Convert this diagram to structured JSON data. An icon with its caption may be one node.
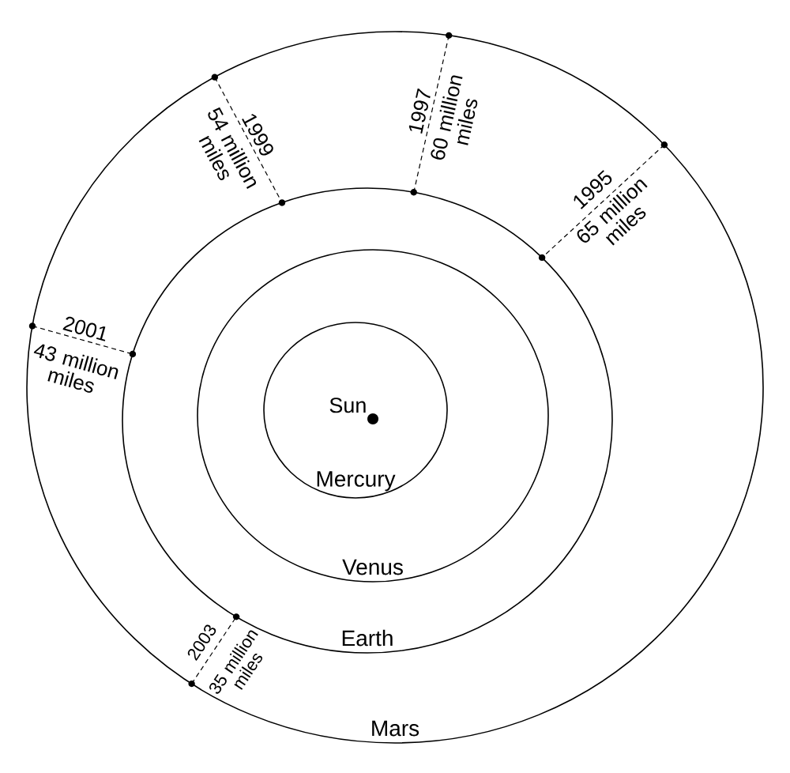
{
  "diagram": {
    "nodes": [
      {
        "text": [
          "Mars"
        ]
      },
      {
        "text": [
          "Earth"
        ],
        "in": 0
      },
      {
        "text": [
          "Venus"
        ],
        "in": 1
      },
      {
        "text": [
          "Mercury"
        ],
        "in": 2
      },
      {
        "text": [],
        "shape": "circle",
        "beside": [
          "Sun"
        ],
        "in": 3
      }
    ],
    "labels": [
      "1999",
      "54 million miles",
      "1997",
      "60 million miles",
      "1995",
      "65 million miles",
      "2001",
      "43 million miles",
      "2003",
      "35 million miles"
    ]
  }
}
